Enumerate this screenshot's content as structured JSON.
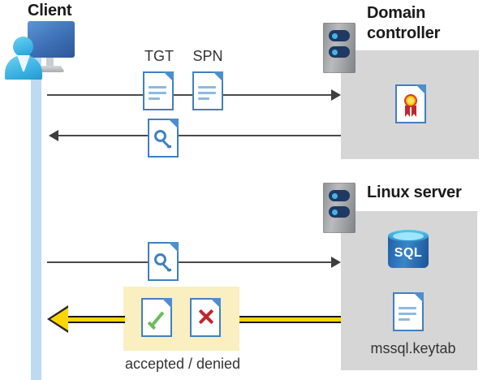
{
  "diagram": {
    "type": "kerberos-authentication-sequence",
    "actors": {
      "client": {
        "label": "Client",
        "icon": "user-computer-icon"
      },
      "domain_controller": {
        "label": "Domain controller",
        "icon": "server-rack-icon",
        "contents": [
          {
            "icon": "certificate-document-icon",
            "label": ""
          }
        ]
      },
      "linux_server": {
        "label": "Linux server",
        "icon": "server-rack-icon",
        "contents": [
          {
            "icon": "sql-database-icon",
            "label": "SQL"
          },
          {
            "icon": "keytab-document-icon",
            "label": "mssql.keytab"
          }
        ]
      }
    },
    "messages": [
      {
        "id": "msg-1",
        "direction": "right",
        "from": "client",
        "to": "domain_controller",
        "artifacts": [
          {
            "label": "TGT",
            "icon": "document-icon"
          },
          {
            "label": "SPN",
            "icon": "document-icon"
          }
        ]
      },
      {
        "id": "msg-2",
        "direction": "left",
        "from": "domain_controller",
        "to": "client",
        "artifacts": [
          {
            "label": "",
            "icon": "key-document-icon"
          }
        ]
      },
      {
        "id": "msg-3",
        "direction": "right",
        "from": "client",
        "to": "linux_server",
        "artifacts": [
          {
            "label": "",
            "icon": "key-document-icon"
          }
        ]
      },
      {
        "id": "msg-4",
        "direction": "left",
        "from": "linux_server",
        "to": "client",
        "style": "gold",
        "artifacts": [
          {
            "label": "",
            "icon": "accepted-document-icon"
          },
          {
            "label": "",
            "icon": "denied-document-icon"
          }
        ],
        "caption": "accepted / denied"
      }
    ],
    "labels": {
      "tgt": "TGT",
      "spn": "SPN",
      "sql": "SQL",
      "keytab": "mssql.keytab",
      "result": "accepted / denied"
    },
    "colors": {
      "panel_gray": "#d6d6d6",
      "lifeline_blue": "#bed9f2",
      "doc_border_blue": "#3f80c2",
      "highlight_yellow": "#faefc0",
      "gold_arrow": "#ffd500",
      "accept_green": "#6cbb5a",
      "deny_red": "#c0272d",
      "sql_blue": "#2d74b5",
      "seal_gold": "#f5c518",
      "ribbon_red": "#c0272d"
    }
  }
}
